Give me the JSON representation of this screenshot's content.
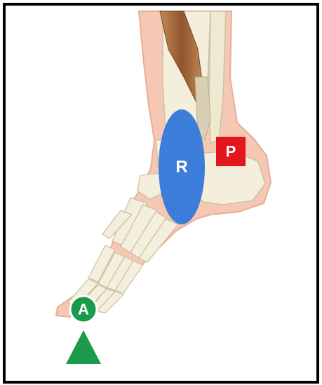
{
  "markers": {
    "resistance_label": "R",
    "pivot_label": "P",
    "applied_force_label": "A"
  },
  "colors": {
    "resistance": "#3b7dd8",
    "pivot": "#e3161b",
    "applied_force": "#1a9a4a",
    "border": "#000000",
    "skin": "#f6c8b4",
    "bone": "#f3efdc",
    "muscle": "#a5683a"
  },
  "icons": [
    "foot-bone-illustration",
    "green-triangle-fulcrum-icon"
  ]
}
